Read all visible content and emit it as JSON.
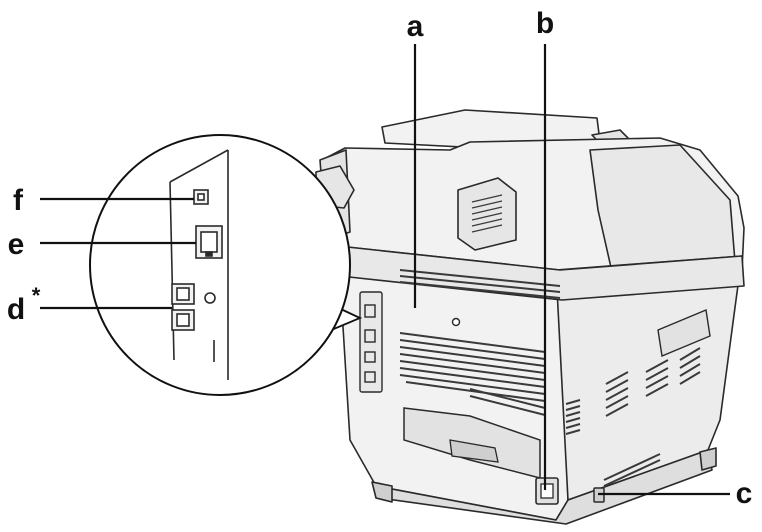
{
  "labels": {
    "a": "a",
    "b": "b",
    "c": "c",
    "d": "d",
    "d_mark": "*",
    "e": "e",
    "f": "f"
  },
  "colors": {
    "outline": "#2a2a2a",
    "body_fill": "#f2f2f2",
    "shade": "#d9d9d9",
    "vent": "#3a3a3a",
    "leader": "#111111"
  }
}
